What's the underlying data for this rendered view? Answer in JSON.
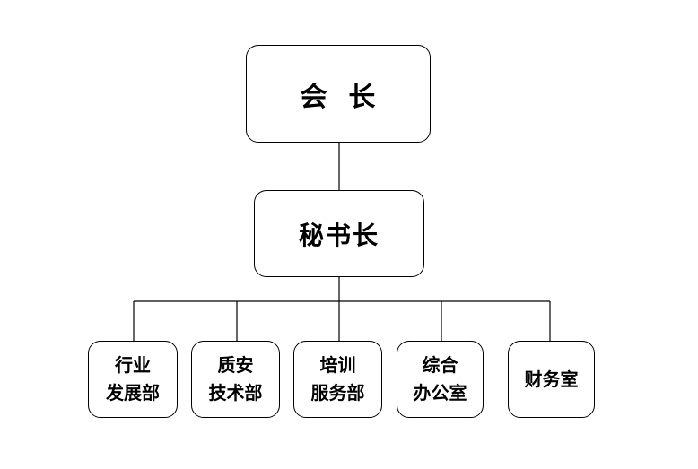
{
  "chart": {
    "root": {
      "label": "会  长"
    },
    "secretary": {
      "label": "秘书长"
    },
    "departments": [
      {
        "label": "行业\n发展部"
      },
      {
        "label": "质安\n技术部"
      },
      {
        "label": "培训\n服务部"
      },
      {
        "label": "综合\n办公室"
      },
      {
        "label": "财务室"
      }
    ]
  },
  "colors": {
    "line": "#000000",
    "box_border": "#000000",
    "background": "#ffffff",
    "text": "#000000"
  }
}
